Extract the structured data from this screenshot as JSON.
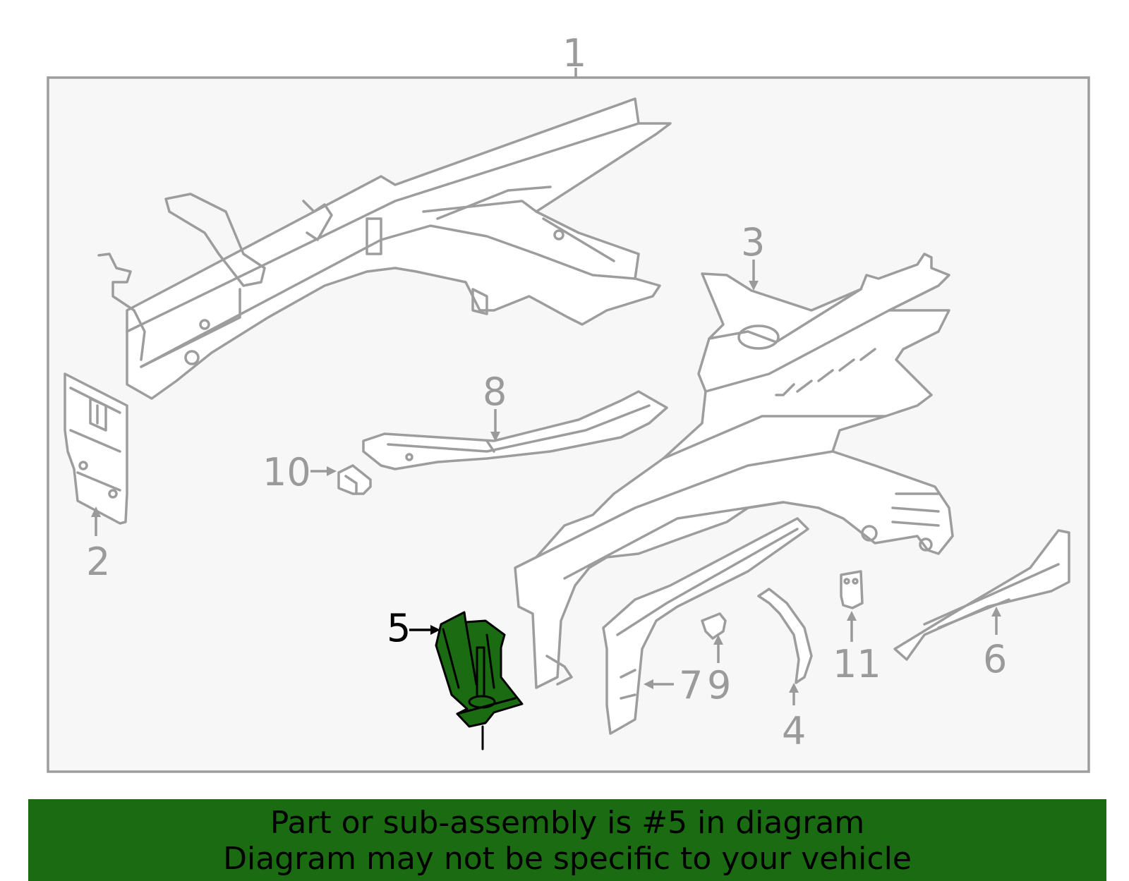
{
  "diagram": {
    "highlight_color": "#1a6b12",
    "frame_color": "#9d9d9d",
    "background_color": "#f7f7f7",
    "highlighted_part": "5",
    "callouts": [
      {
        "id": "1",
        "label": "1"
      },
      {
        "id": "2",
        "label": "2"
      },
      {
        "id": "3",
        "label": "3"
      },
      {
        "id": "4",
        "label": "4"
      },
      {
        "id": "5",
        "label": "5"
      },
      {
        "id": "6",
        "label": "6"
      },
      {
        "id": "7",
        "label": "7"
      },
      {
        "id": "8",
        "label": "8"
      },
      {
        "id": "9",
        "label": "9"
      },
      {
        "id": "10",
        "label": "10"
      },
      {
        "id": "11",
        "label": "11"
      }
    ]
  },
  "banner": {
    "line1": "Part or sub-assembly is #5 in diagram",
    "line2": "Diagram may not be specific to your vehicle"
  }
}
